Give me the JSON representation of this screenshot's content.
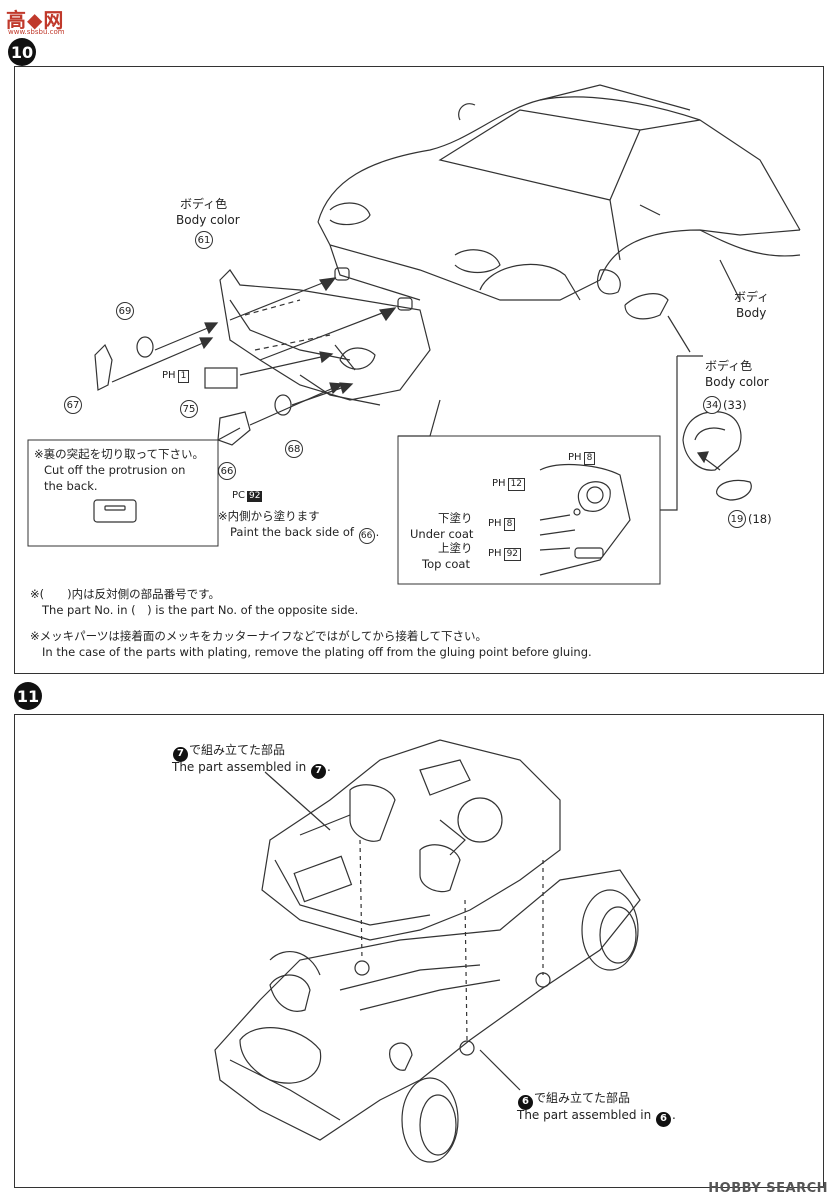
{
  "watermark_top": {
    "logo": "高◆网",
    "sub": "www.sbsbu.com"
  },
  "watermark_bottom": "HOBBY SEARCH",
  "step10": {
    "number": "10",
    "body_color_jp": "ボディ色",
    "body_color_en": "Body color",
    "body_jp": "ボディ",
    "body_en": "Body",
    "mirror_color_jp": "ボディ色",
    "mirror_color_en": "Body color",
    "parts": {
      "p61": "61",
      "p69": "69",
      "p67": "67",
      "p75": "75",
      "p68": "68",
      "p66": "66",
      "p34": "34",
      "p33": "(33)",
      "p19": "19",
      "p18": "(18)"
    },
    "paint_codes": {
      "ph1_prefix": "PH",
      "ph1_num": "1",
      "pc92_prefix": "PC",
      "pc92_num": "92",
      "ph8a_prefix": "PH",
      "ph8a_num": "8",
      "ph12_prefix": "PH",
      "ph12_num": "12",
      "ph8b_prefix": "PH",
      "ph8b_num": "8",
      "ph92_prefix": "PH",
      "ph92_num": "92"
    },
    "note_cut_jp": "※裏の突起を切り取って下さい。",
    "note_cut_en1": "Cut off the protrusion on",
    "note_cut_en2": "the back.",
    "note_inside_jp": "※内側から塗ります",
    "note_inside_en_a": "Paint the back side of",
    "note_inside_en_num": "66",
    "note_inside_en_b": ".",
    "undercoat_jp": "下塗り",
    "undercoat_en": "Under coat",
    "topcoat_jp": "上塗り",
    "topcoat_en": "Top coat",
    "footnote1_jp": "※(　　)内は反対側の部品番号です。",
    "footnote1_en": "The part No. in (　) is the part No. of the opposite side.",
    "footnote2_jp": "※メッキパーツは接着面のメッキをカッターナイフなどではがしてから接着して下さい。",
    "footnote2_en": "In the case of the parts with plating, remove the plating off from the gluing point before gluing."
  },
  "step11": {
    "number": "11",
    "label7_num": "7",
    "label7_jp": "で組み立てた部品",
    "label7_en": "The part assembled in",
    "label6_num": "6",
    "label6_jp": "で組み立てた部品",
    "label6_en": "The part assembled in"
  }
}
